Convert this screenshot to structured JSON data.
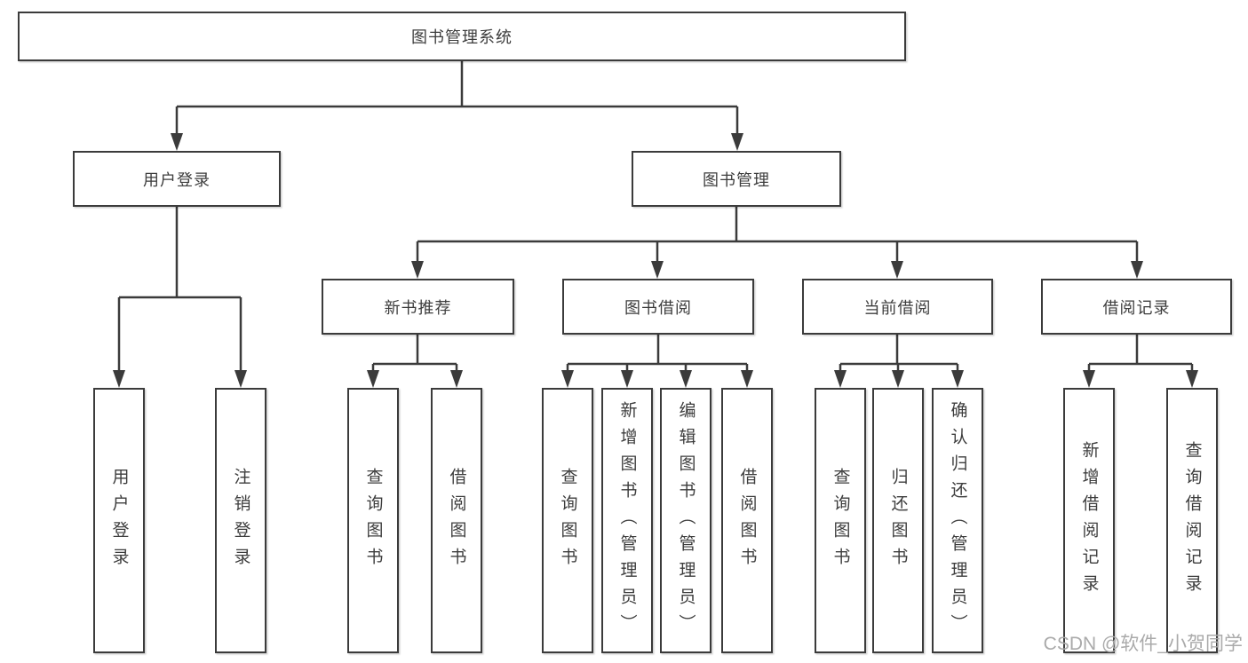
{
  "root": {
    "label": "图书管理系统"
  },
  "branches": [
    {
      "label": "用户登录",
      "leaves": [
        {
          "label": "用户登录"
        },
        {
          "label": "注销登录"
        }
      ]
    },
    {
      "label": "图书管理",
      "groups": [
        {
          "label": "新书推荐",
          "leaves": [
            {
              "label": "查询图书"
            },
            {
              "label": "借阅图书"
            }
          ]
        },
        {
          "label": "图书借阅",
          "leaves": [
            {
              "label": "查询图书"
            },
            {
              "label": "新增图书（管理员）"
            },
            {
              "label": "编辑图书（管理员）"
            },
            {
              "label": "借阅图书"
            }
          ]
        },
        {
          "label": "当前借阅",
          "leaves": [
            {
              "label": "查询图书"
            },
            {
              "label": "归还图书"
            },
            {
              "label": "确认归还（管理员）"
            }
          ]
        },
        {
          "label": "借阅记录",
          "leaves": [
            {
              "label": "新增借阅记录"
            },
            {
              "label": "查询借阅记录"
            }
          ]
        }
      ]
    }
  ],
  "watermark": {
    "text": "CSDN @软件_小贺同学",
    "color": "#aaaaaa"
  },
  "colors": {
    "line": "#3b3b3b",
    "box_border": "#3b3b3b",
    "box_background": "#ffffff",
    "text": "#3d3d3d"
  }
}
